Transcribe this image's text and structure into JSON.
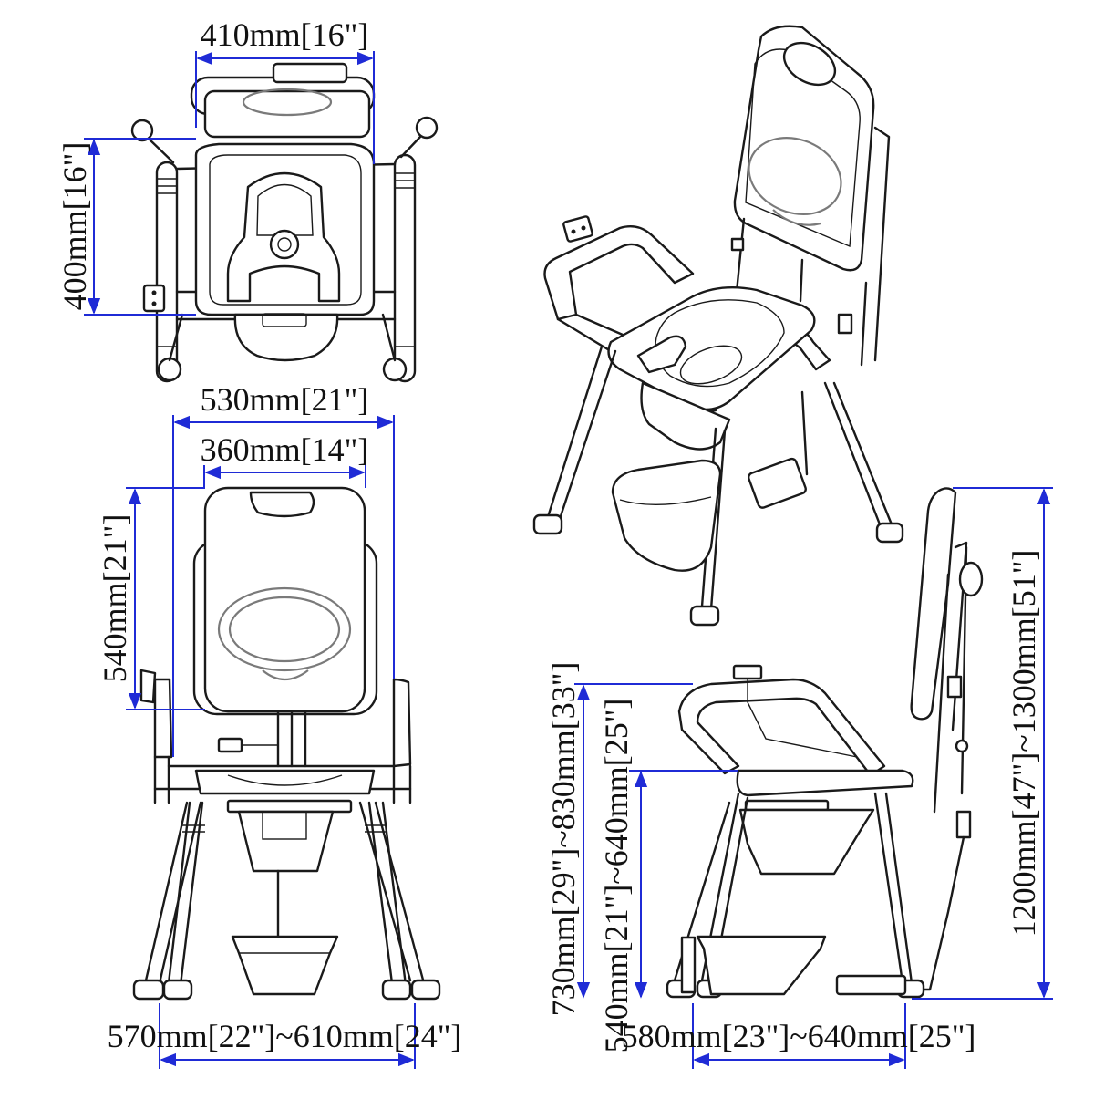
{
  "colors": {
    "dimension_line": "#1f2bd6",
    "drawing_ink": "#1a1a1a",
    "background": "#ffffff"
  },
  "top_view": {
    "width_label": "410mm[16\"]",
    "depth_label": "400mm[16\"]"
  },
  "front_view": {
    "overall_width_label": "530mm[21\"]",
    "backrest_width_label": "360mm[14\"]",
    "backrest_height_label": "540mm[21\"]",
    "base_width_label": "570mm[22\"]~610mm[24\"]"
  },
  "side_view": {
    "armrest_height_label": "730mm[29\"]~830mm[33\"]",
    "seat_height_label": "540mm[21\"]~640mm[25\"]",
    "overall_height_label": "1200mm[47\"]~1300mm[51\"]",
    "base_depth_label": "580mm[23\"]~640mm[25\"]"
  }
}
